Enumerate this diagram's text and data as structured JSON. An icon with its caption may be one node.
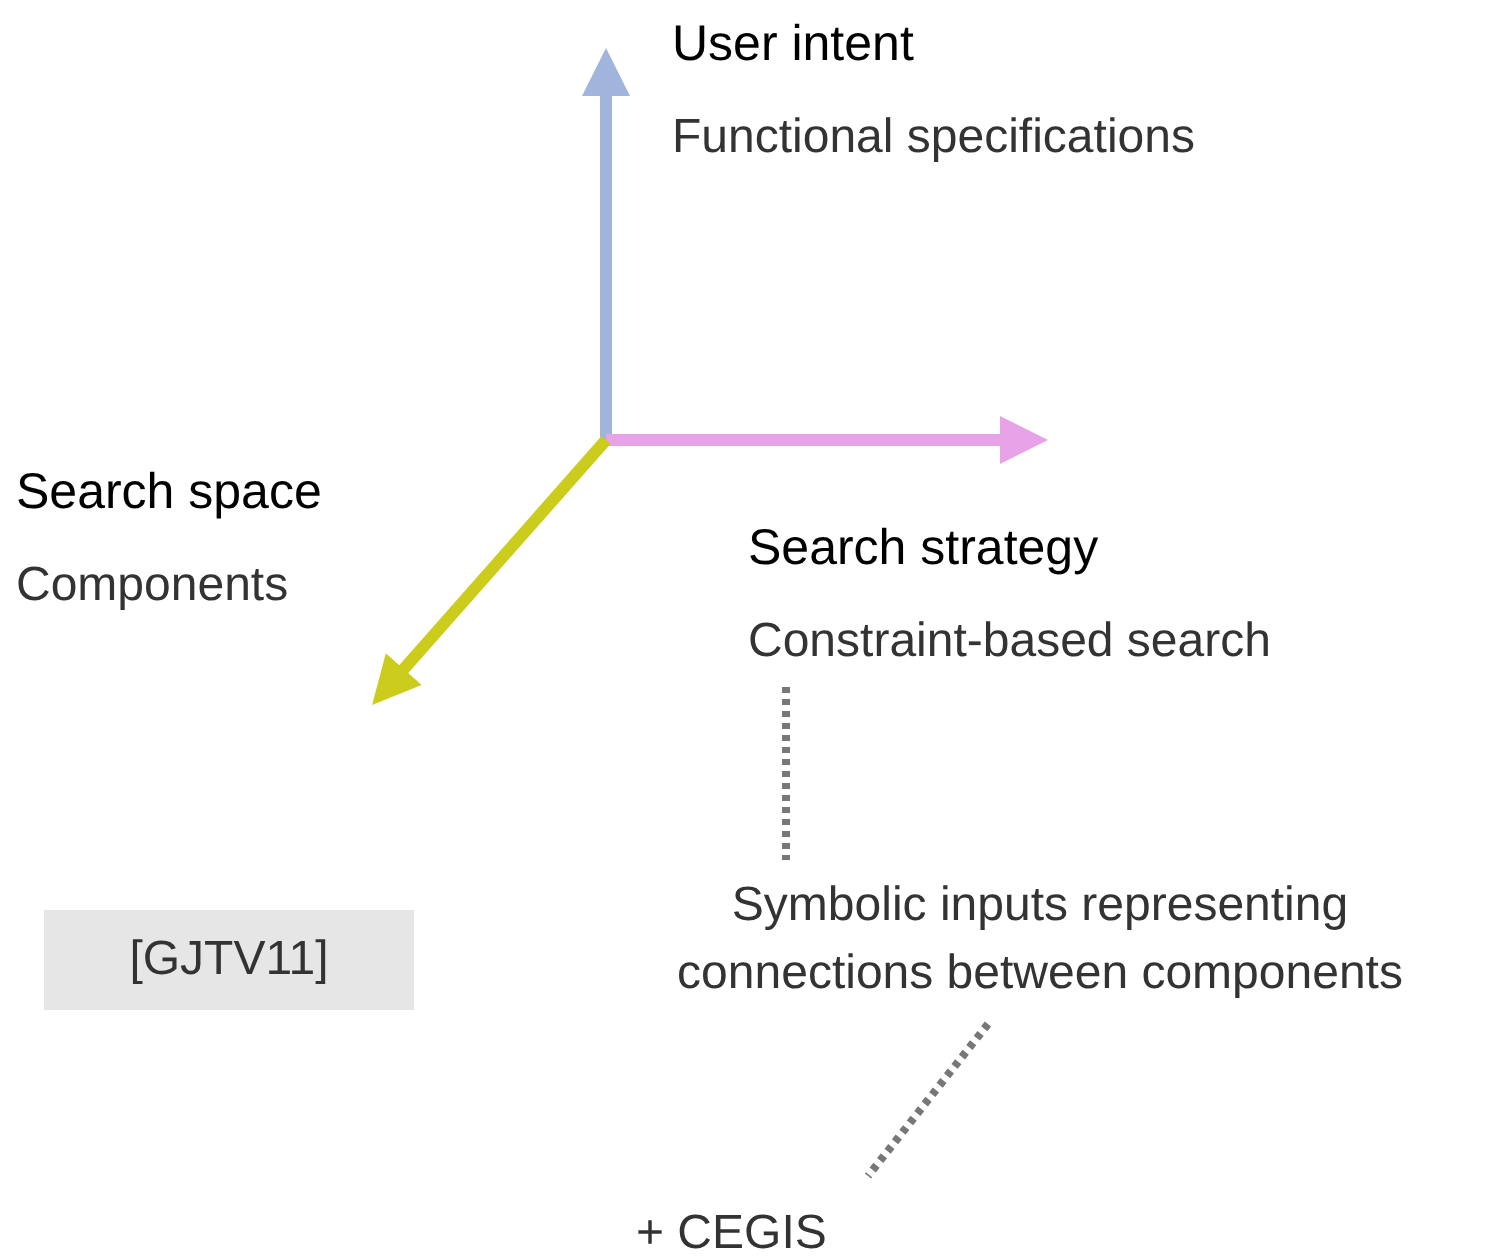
{
  "diagram": {
    "nodes": [
      {
        "text": [
          "User intent",
          "Functional specifications"
        ]
      },
      {
        "text": [
          "Search space",
          "Components"
        ]
      },
      {
        "text": [
          "Search strategy",
          "Constraint-based search"
        ]
      },
      {
        "text": [
          "Symbolic inputs representing connections between components"
        ]
      },
      {
        "text": [
          "+ CEGIS"
        ]
      },
      {
        "text": [
          "[GJTV11]"
        ]
      }
    ],
    "edges": [
      {
        "from": null,
        "to": 0,
        "arrow": "to",
        "color": "#a0b4dc"
      },
      {
        "from": null,
        "to": 2,
        "arrow": "to",
        "color": "#e8a2e8"
      },
      {
        "from": null,
        "to": 1,
        "arrow": "to",
        "color": "#cccc1c"
      },
      {
        "from": 2,
        "to": 3,
        "arrow": "none",
        "style": "dashed",
        "color": "#777777"
      },
      {
        "from": 3,
        "to": 4,
        "arrow": "none",
        "style": "dashed",
        "color": "#777777"
      }
    ]
  }
}
